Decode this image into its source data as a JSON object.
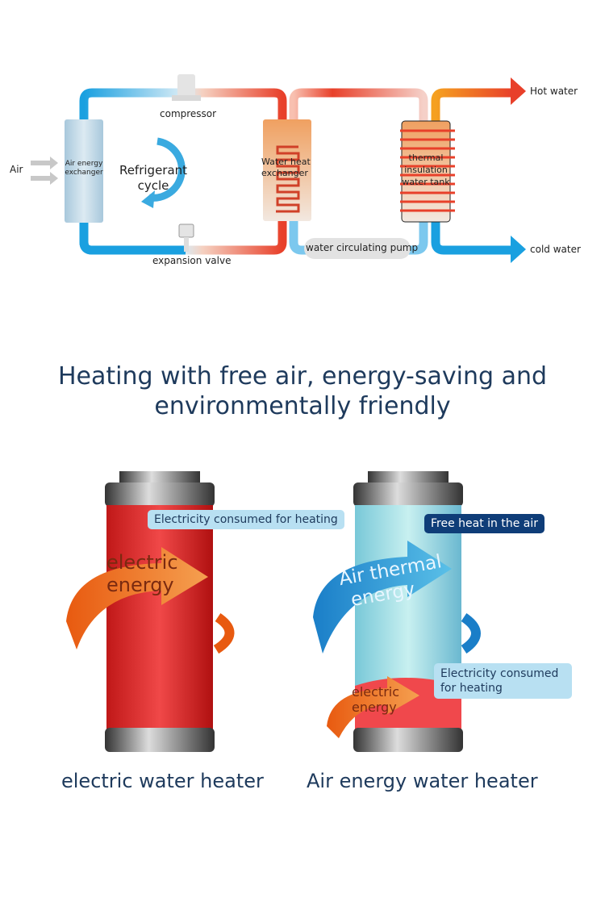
{
  "diagram": {
    "air": "Air",
    "air_exchanger": "Air energy exchanger",
    "compressor": "compressor",
    "refrigerant_cycle": [
      "Refrigerant",
      "cycle"
    ],
    "expansion_valve": "expansion valve",
    "water_heat_exchanger": [
      "Water heat",
      "exchanger"
    ],
    "pump": "water circulating pump",
    "tank": [
      "thermal",
      "insulation",
      "water tank"
    ],
    "hot_water": "Hot water",
    "cold_water": "cold water"
  },
  "headline": [
    "Heating with free air, energy-saving and",
    "environmentally friendly"
  ],
  "comparison": {
    "left": {
      "bubble": "Electricity consumed for heating",
      "arrow_text": [
        "electric",
        "energy"
      ],
      "caption": "electric water heater"
    },
    "right": {
      "bubble_top": "Free heat in the air",
      "arrow_text": [
        "Air thermal",
        "energy"
      ],
      "bubble_bottom": [
        "Electricity consumed",
        "for heating"
      ],
      "small_arrow_text": [
        "electric",
        "energy"
      ],
      "caption": "Air energy water heater"
    }
  },
  "colors": {
    "navy": "#1e3a5c",
    "blue": "#1aa0e0",
    "red": "#e8402a",
    "orange": "#f08a2a"
  }
}
